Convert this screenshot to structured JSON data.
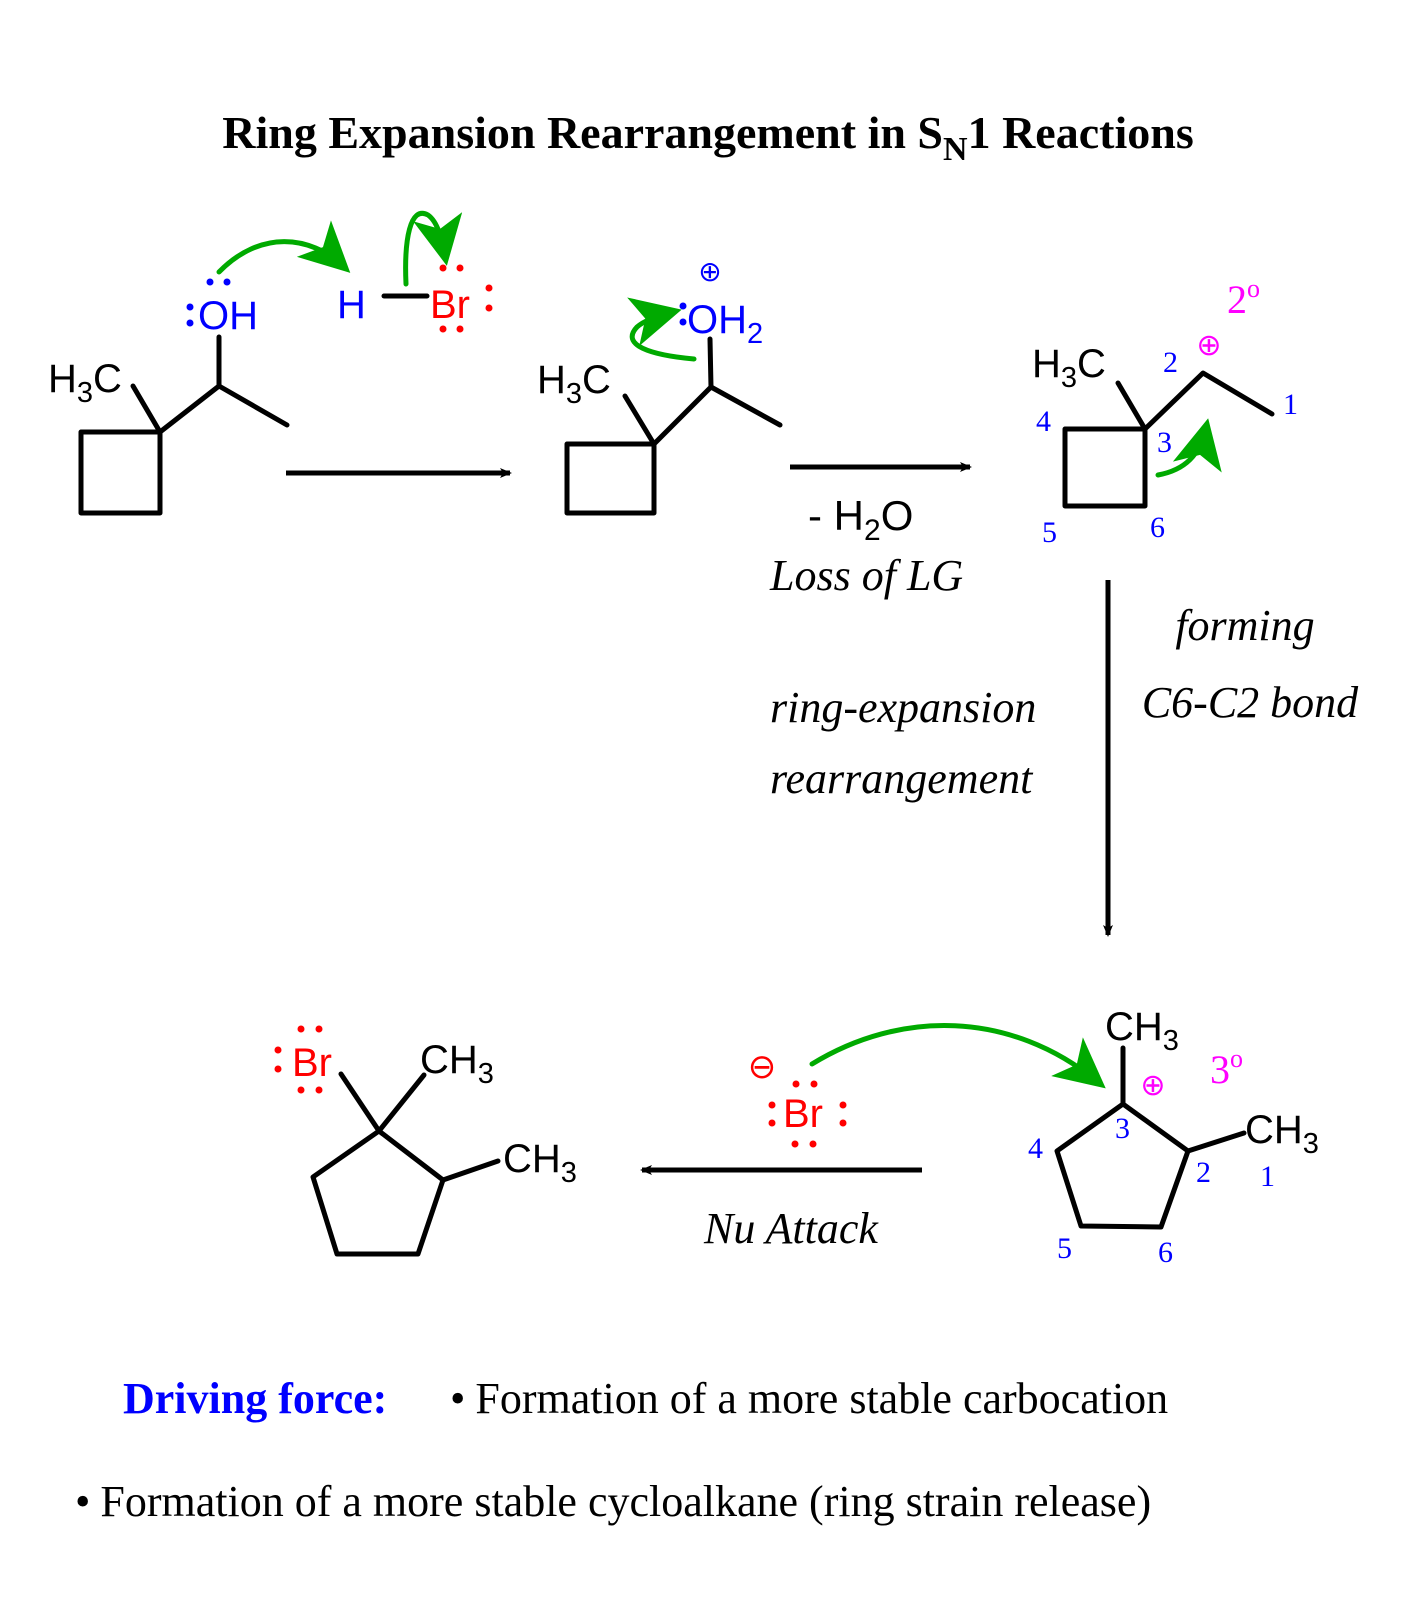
{
  "title": {
    "main": "Ring Expansion Rearrangement in S",
    "subscript": "N",
    "tail": "1 Reactions"
  },
  "colors": {
    "oxygen": "#0000ff",
    "bromine": "#ff0000",
    "curved_arrow": "#00aa00",
    "carbocation": "#ff00ff",
    "numbering": "#0000ff",
    "bond": "#000000",
    "driving_force": "#0000ff"
  },
  "step1": {
    "substituent": "H3C",
    "hydroxyl": "OH",
    "acid_h": "H",
    "acid_br": "Br"
  },
  "step2": {
    "substituent": "H3C",
    "oxonium": "OH",
    "oxonium_sub": "2",
    "charge": "⊕"
  },
  "arrow2": {
    "reagent": "- H",
    "reagent_sub": "2",
    "reagent_tail": "O",
    "label": "Loss of LG"
  },
  "step3": {
    "substituent": "H3C",
    "charge": "⊕",
    "degree": "2",
    "degree_sup": "o",
    "numbers": [
      "1",
      "2",
      "3",
      "4",
      "5",
      "6"
    ]
  },
  "arrow3": {
    "left_label_line1": "ring-expansion",
    "left_label_line2": "rearrangement",
    "right_label_line1": "forming",
    "right_label_line2": "C6-C2 bond"
  },
  "step4": {
    "methyl_top": "CH",
    "methyl_top_sub": "3",
    "methyl_right": "CH",
    "methyl_right_sub": "3",
    "charge": "⊕",
    "degree": "3",
    "degree_sup": "o",
    "numbers": [
      "1",
      "2",
      "3",
      "4",
      "5",
      "6"
    ]
  },
  "nucleophile": {
    "atom": "Br",
    "charge": "⊖"
  },
  "arrow4": {
    "label": "Nu Attack"
  },
  "product": {
    "halogen": "Br",
    "methyl_top": "CH",
    "methyl_top_sub": "3",
    "methyl_right": "CH",
    "methyl_right_sub": "3"
  },
  "footer": {
    "driving_label": "Driving force:",
    "bullet": "•",
    "point1": "Formation of a more stable carbocation",
    "point2": "Formation of a more stable cycloalkane (ring strain release)"
  }
}
